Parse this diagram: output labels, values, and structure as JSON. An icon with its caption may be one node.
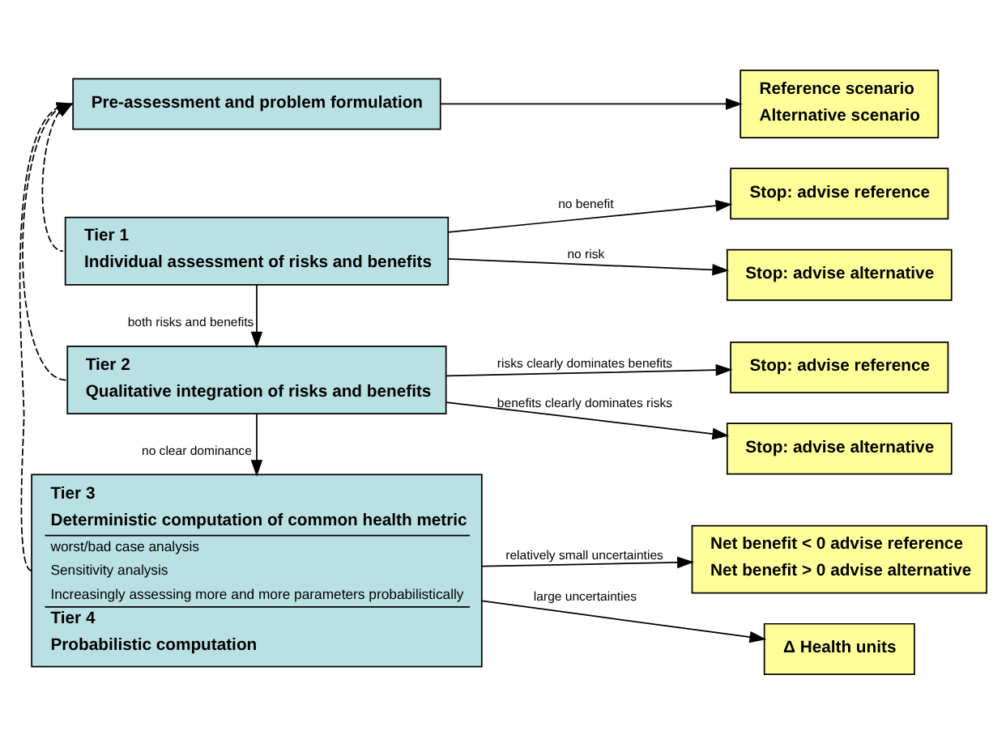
{
  "diagram": {
    "nodes": [
      {
        "text": [
          "Pre-assessment and problem formulation"
        ]
      },
      {
        "text": [
          "Reference scenario",
          "Alternative scenario"
        ]
      },
      {
        "text": [
          "Tier 1",
          "Individual assessment of risks and benefits"
        ]
      },
      {
        "text": [
          "Stop: advise reference"
        ]
      },
      {
        "text": [
          "Stop: advise alternative"
        ]
      },
      {
        "text": [
          "Tier 2",
          "Qualitative integration of risks and benefits"
        ]
      },
      {
        "text": [
          "Stop: advise reference"
        ]
      },
      {
        "text": [
          "Stop: advise alternative"
        ]
      },
      {
        "text": [
          "Tier 3",
          "Deterministic computation of common health metric",
          "worst/bad case analysis",
          "Sensitivity analysis",
          "Increasingly assessing more and more parameters probabilistically",
          "Tier 4",
          "Probabilistic computation"
        ]
      },
      {
        "text": [
          "Net benefit < 0 advise reference",
          "Net benefit > 0 advise alternative"
        ]
      },
      {
        "text": [
          "Δ Health units"
        ]
      }
    ],
    "edges": [
      {
        "from": 0,
        "to": 1,
        "arrow": "to"
      },
      {
        "from": 2,
        "to": 3,
        "arrow": "to",
        "label": "no benefit"
      },
      {
        "from": 2,
        "to": 4,
        "arrow": "to",
        "label": "no risk"
      },
      {
        "from": 2,
        "to": 5,
        "arrow": "to",
        "label": "both risks and benefits"
      },
      {
        "from": 5,
        "to": 6,
        "arrow": "to",
        "label": "risks clearly dominates benefits"
      },
      {
        "from": 5,
        "to": 7,
        "arrow": "to",
        "label": "benefits clearly dominates risks"
      },
      {
        "from": 5,
        "to": 8,
        "arrow": "to",
        "label": "no clear dominance"
      },
      {
        "from": 8,
        "to": 9,
        "arrow": "to",
        "label": "relatively small uncertainties"
      },
      {
        "from": 8,
        "to": 10,
        "arrow": "to",
        "label": "large uncertainties"
      },
      {
        "from": 2,
        "to": 0,
        "arrow": "to",
        "style": "dashed"
      },
      {
        "from": 5,
        "to": 0,
        "arrow": "to",
        "style": "dashed"
      },
      {
        "from": 8,
        "to": 0,
        "arrow": "to",
        "style": "dashed"
      }
    ]
  }
}
